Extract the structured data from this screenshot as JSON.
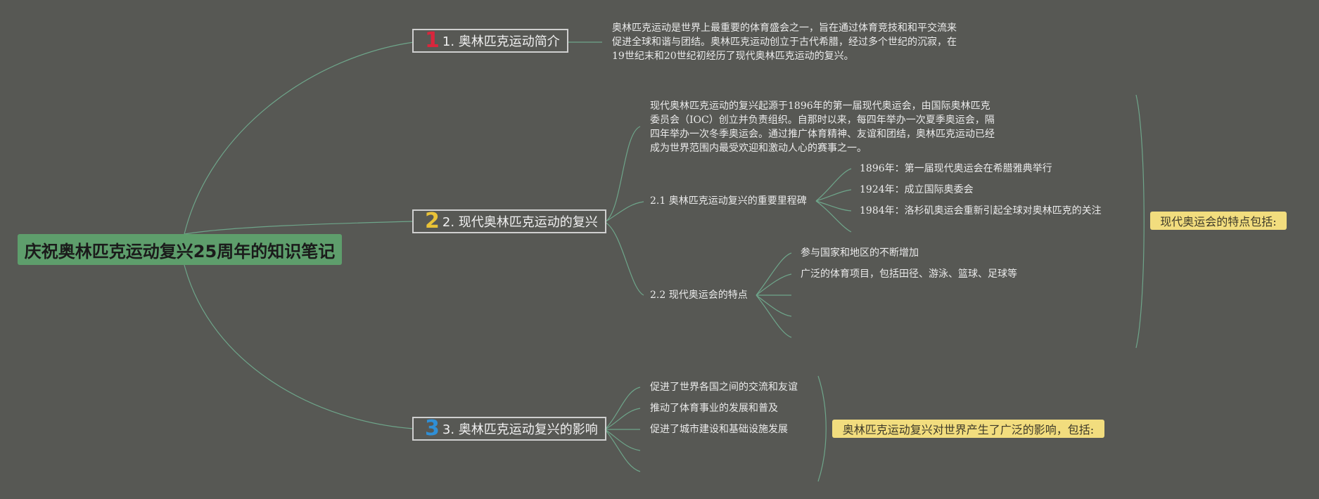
{
  "root": {
    "title": "庆祝奥林匹克运动复兴25周年的知识笔记"
  },
  "topics": [
    {
      "number": "1",
      "number_color": "#d9263c",
      "label": "1. 奥林匹克运动简介",
      "description": "奥林匹克运动是世界上最重要的体育盛会之一，旨在通过体育竞技和和平交流来促进全球和谐与团结。奥林匹克运动创立于古代希腊，经过多个世纪的沉寂，在19世纪末和20世纪初经历了现代奥林匹克运动的复兴。"
    },
    {
      "number": "2",
      "number_color": "#e9c237",
      "label": "2. 现代奥林匹克运动的复兴",
      "description": "现代奥林匹克运动的复兴起源于1896年的第一届现代奥运会，由国际奥林匹克委员会（IOC）创立并负责组织。自那时以来，每四年举办一次夏季奥运会，隔四年举办一次冬季奥运会。通过推广体育精神、友谊和团结，奥林匹克运动已经成为世界范围内最受欢迎和激动人心的赛事之一。",
      "subtopics": [
        {
          "label": "2.1 奥林匹克运动复兴的重要里程碑",
          "items": [
            "1896年：第一届现代奥运会在希腊雅典举行",
            "1924年：成立国际奥委会",
            "1984年：洛杉矶奥运会重新引起全球对奥林匹克的关注"
          ]
        },
        {
          "label": "2.2 现代奥运会的特点",
          "items": [
            "参与国家和地区的不断增加",
            "广泛的体育项目，包括田径、游泳、篮球、足球等"
          ]
        }
      ],
      "callout": "现代奥运会的特点包括:"
    },
    {
      "number": "3",
      "number_color": "#2f8fd6",
      "label": "3. 奥林匹克运动复兴的影响",
      "items": [
        "促进了世界各国之间的交流和友谊",
        "推动了体育事业的发展和普及",
        "促进了城市建设和基础设施发展"
      ],
      "callout": "奥林匹克运动复兴对世界产生了广泛的影响，包括:"
    }
  ],
  "colors": {
    "background": "#575854",
    "connector": "#6ea58a",
    "root_fill": "#5e9e6c",
    "callout_fill": "#f2dd7e"
  }
}
